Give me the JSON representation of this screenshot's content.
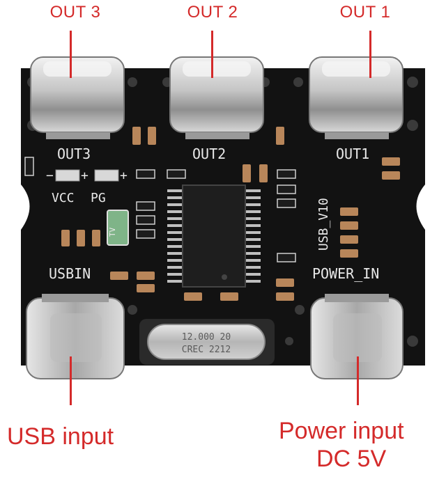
{
  "callouts": {
    "out3": "OUT 3",
    "out2": "OUT 2",
    "out1": "OUT 1",
    "usb_input": "USB input",
    "power_input_line1": "Power input",
    "power_input_line2": "DC 5V"
  },
  "silkscreen": {
    "out3": "OUT3",
    "out2": "OUT2",
    "out1": "OUT1",
    "vcc": "VCC",
    "pg": "PG",
    "usbin": "USBIN",
    "power_in": "POWER_IN",
    "usb_v10": "USB_V10",
    "tv": "TV"
  },
  "crystal": {
    "line1": "12.000 20",
    "line2": "CREC 2212"
  },
  "colors": {
    "callout_red": "#d42a2a",
    "pcb_black": "#121212",
    "silkscreen": "#e9e9e9",
    "connector_metal": "#c9c9c9"
  }
}
